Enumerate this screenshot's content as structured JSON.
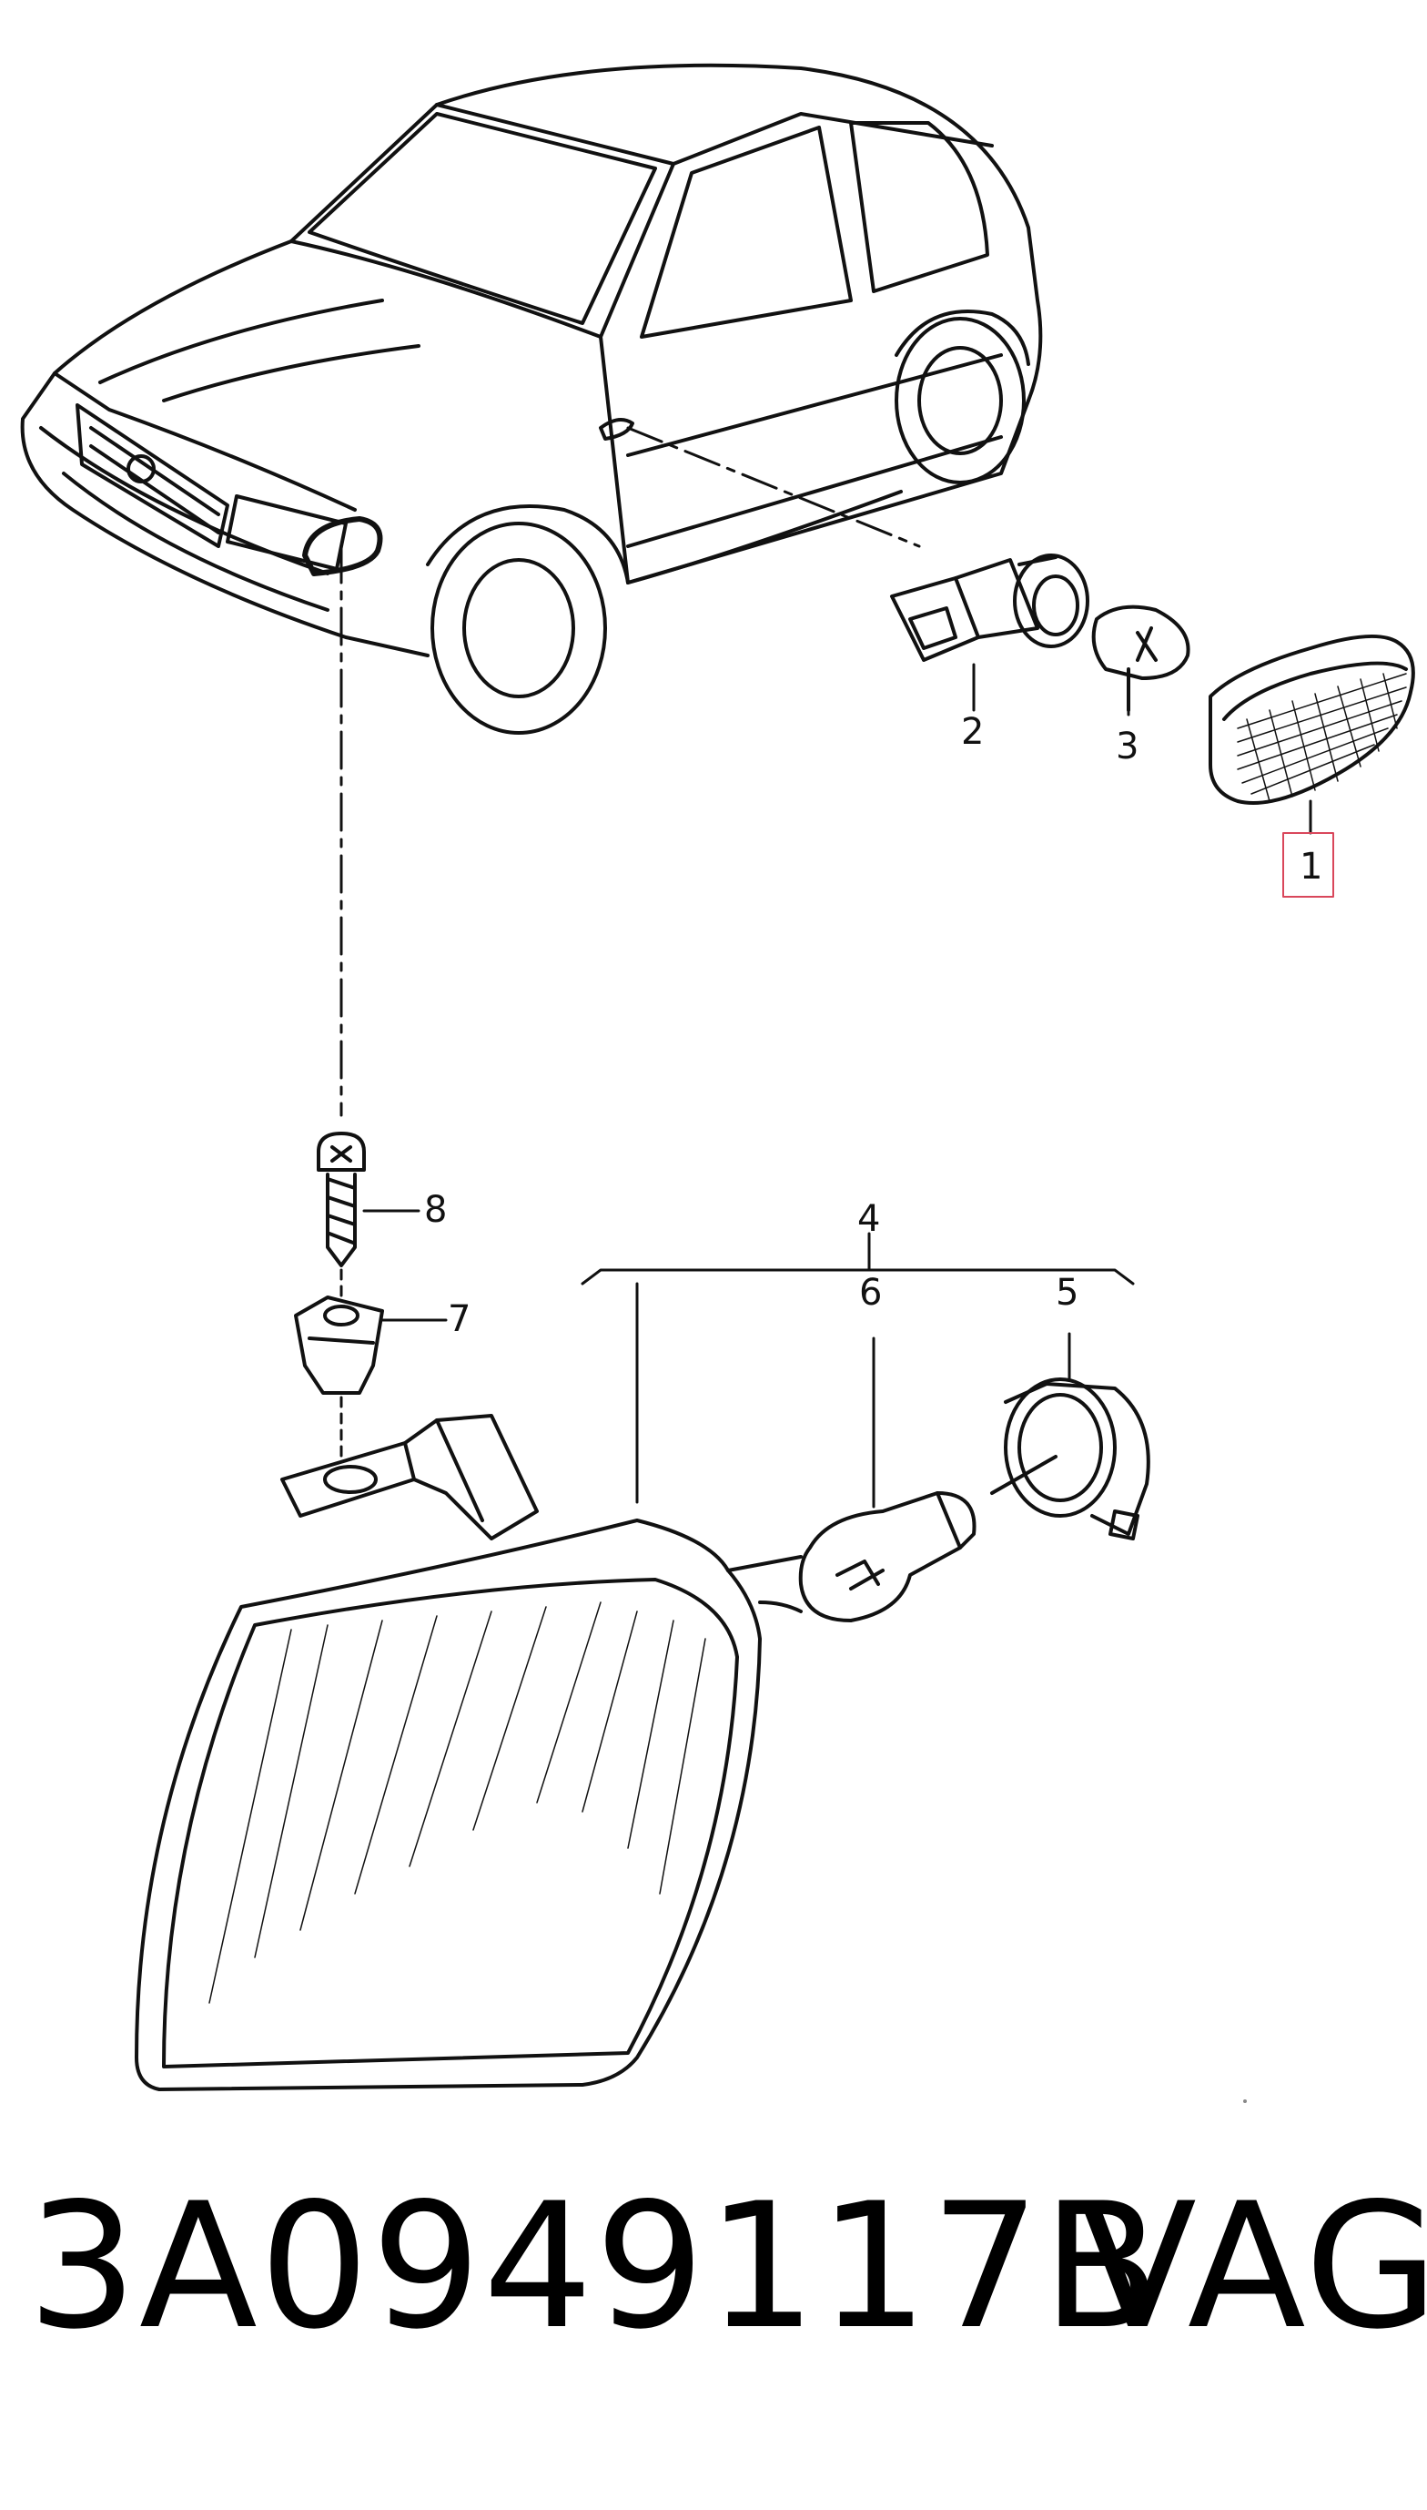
{
  "callouts": {
    "c1": "1",
    "c2": "2",
    "c3": "3",
    "c4": "4",
    "c5": "5",
    "c6": "6",
    "c7": "7",
    "c8": "8"
  },
  "footer": {
    "part_number": "3A0949117B",
    "brand": "VAG"
  },
  "colors": {
    "highlight_box": "#d9475b",
    "ink": "#111111"
  },
  "icons": {
    "car": "car-illustration",
    "side-marker-lens": "side-marker-lens-icon",
    "bulb-holder": "bulb-holder-icon",
    "small-bulb": "small-bulb-icon",
    "turn-signal-bulb": "turn-signal-bulb-icon",
    "socket": "bulb-socket-icon",
    "clip-nut": "clip-nut-icon",
    "screw": "screw-icon",
    "turn-signal-housing": "turn-signal-housing-icon"
  }
}
